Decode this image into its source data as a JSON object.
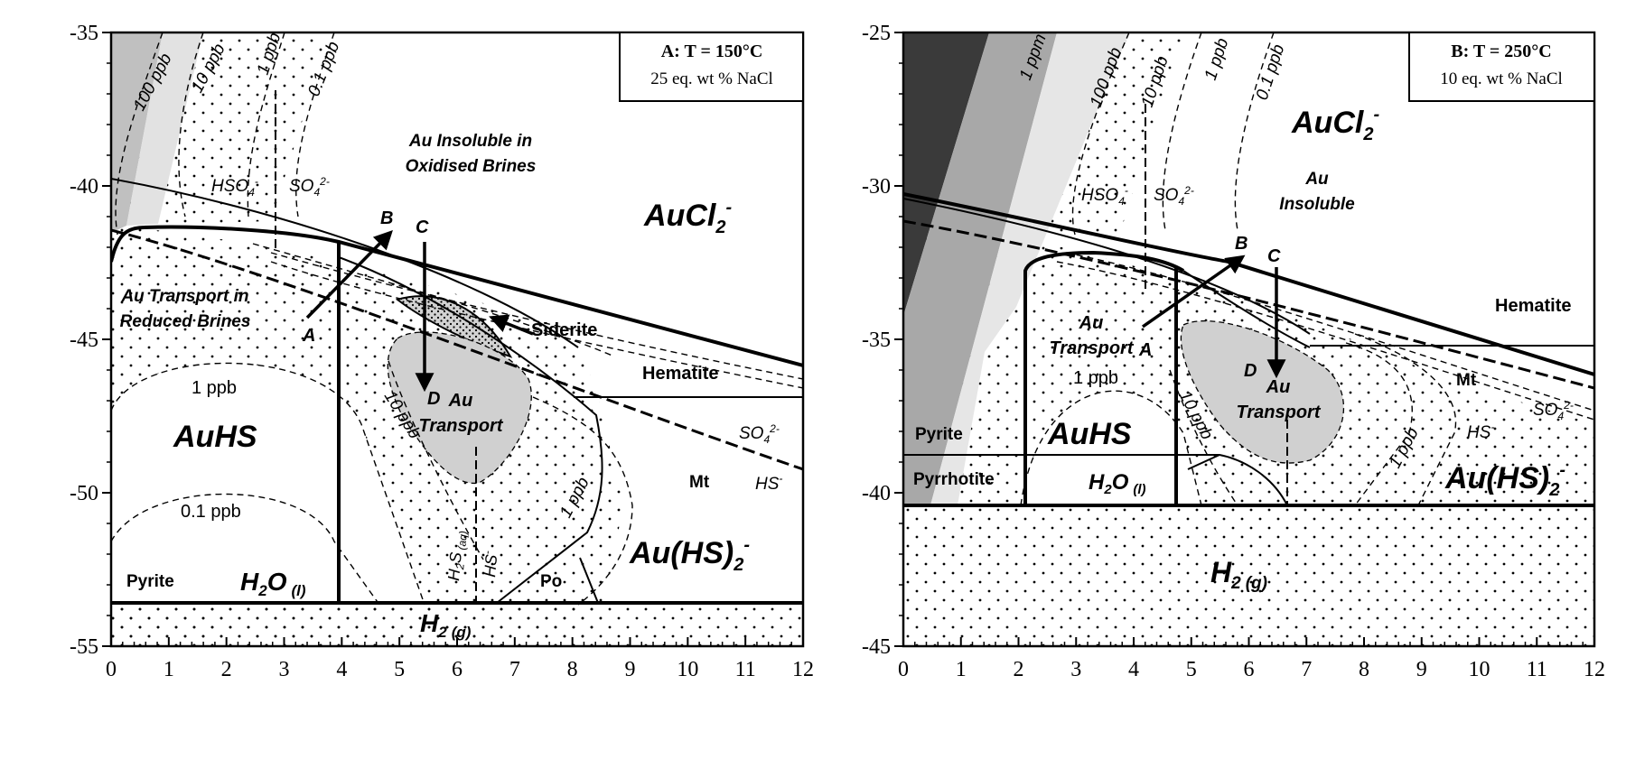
{
  "panel_a": {
    "title": "A: T = 150°C",
    "subtitle": "25 eq. wt % NaCl",
    "y_ticks": [
      "-35",
      "-40",
      "-45",
      "-50",
      "-55"
    ],
    "x_ticks": [
      "0",
      "1",
      "2",
      "3",
      "4",
      "5",
      "6",
      "7",
      "8",
      "9",
      "10",
      "11",
      "12"
    ],
    "labels": {
      "ppb100": "100 ppb",
      "ppb10": "10 ppb",
      "ppb1": "1 ppb",
      "ppb01": "0.1 ppb",
      "hso4": "HSO",
      "hso4_sub": "4",
      "hso4_sup": "-",
      "so4": "SO",
      "so4_sub": "4",
      "so4_sup": "2-",
      "insoluble_1": "Au Insoluble in",
      "insoluble_2": "Oxidised Brines",
      "aucl2": "AuCl",
      "aucl2_sub": "2",
      "aucl2_sup": "-",
      "transport_reduced_1": "Au Transport in",
      "transport_reduced_2": "Reduced Brines",
      "pt_a": "A",
      "pt_b": "B",
      "pt_c": "C",
      "pt_d": "D",
      "siderite": "Siderite",
      "hematite": "Hematite",
      "ppb1_lower": "1 ppb",
      "auhs": "AuHS",
      "au_transport_1": "Au",
      "au_transport_2": "Transport",
      "ppb10_center": "10 ppb",
      "so4_right": "SO",
      "so4_right_sub": "4",
      "so4_right_sup": "2-",
      "mt": "Mt",
      "hs_right": "HS",
      "hs_right_sup": "-",
      "ppb01_lower": "0.1 ppb",
      "h2s": "H",
      "h2s_sub": "2",
      "h2s_s": "S",
      "h2s_aq": "(aq)",
      "hs_vert": "HS",
      "hs_vert_sup": "-",
      "ppb1_right": "1 ppb",
      "auhs2": "Au(HS)",
      "auhs2_sub": "2",
      "auhs2_sup": "-",
      "pyrite": "Pyrite",
      "h2o": "H",
      "h2o_sub": "2",
      "h2o_o": "O",
      "h2o_l": "(l)",
      "po": "Po",
      "h2g": "H",
      "h2g_sub": "2",
      "h2g_g": "(g)"
    }
  },
  "panel_b": {
    "title": "B: T = 250°C",
    "subtitle": "10 eq. wt % NaCl",
    "y_ticks": [
      "-25",
      "-30",
      "-35",
      "-40",
      "-45"
    ],
    "x_ticks": [
      "0",
      "1",
      "2",
      "3",
      "4",
      "5",
      "6",
      "7",
      "8",
      "9",
      "10",
      "11",
      "12"
    ],
    "labels": {
      "ppm1": "1 ppm",
      "ppb100": "100 ppb",
      "ppb10": "10 ppb",
      "ppb1": "1 ppb",
      "ppb01": "0.1 ppb",
      "aucl2": "AuCl",
      "aucl2_sub": "2",
      "aucl2_sup": "-",
      "insoluble_1": "Au",
      "insoluble_2": "Insoluble",
      "hso4": "HSO",
      "hso4_sub": "4",
      "hso4_sup": "-",
      "so4": "SO",
      "so4_sub": "4",
      "so4_sup": "2-",
      "pt_a": "A",
      "pt_b": "B",
      "pt_c": "C",
      "pt_d": "D",
      "hematite": "Hematite",
      "au_transport_left_1": "Au",
      "au_transport_left_2": "Transport",
      "ppb1_lower": "1 ppb",
      "au_transport_1": "Au",
      "au_transport_2": "Transport",
      "mt": "Mt",
      "so4_right": "SO",
      "so4_right_sub": "4",
      "so4_right_sup": "2-",
      "hs_right": "HS",
      "hs_right_sup": "-",
      "pyrite": "Pyrite",
      "auhs": "AuHS",
      "ppb10_center": "10 ppb",
      "ppb1_right": "1 ppb",
      "auhs2": "Au(HS)",
      "auhs2_sub": "2",
      "auhs2_sup": "-",
      "pyrrhotite": "Pyrrhotite",
      "h2o": "H",
      "h2o_sub": "2",
      "h2o_o": "O",
      "h2o_l": "(l)",
      "h2g": "H",
      "h2g_sub": "2",
      "h2g_g": "(g)"
    }
  }
}
